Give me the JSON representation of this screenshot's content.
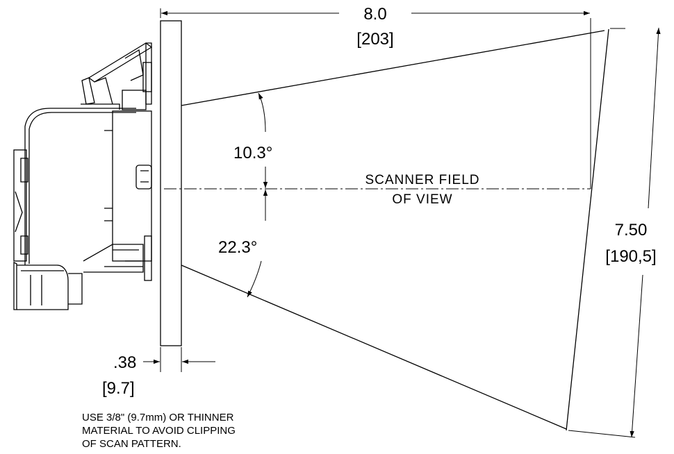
{
  "dimensions": {
    "scan_distance": {
      "inches": "8.0",
      "mm": "[203]"
    },
    "field_height": {
      "inches": "7.50",
      "mm": "[190,5]"
    },
    "panel_thickness": {
      "inches": ".38",
      "mm": "[9.7]"
    }
  },
  "angles": {
    "upper": "10.3°",
    "lower": "22.3°"
  },
  "centerline_label": {
    "line1": "SCANNER FIELD",
    "line2": "OF VIEW"
  },
  "note": {
    "line1": "USE 3/8\" (9.7mm) OR THINNER",
    "line2": "MATERIAL TO AVOID CLIPPING",
    "line3": "OF SCAN PATTERN."
  }
}
